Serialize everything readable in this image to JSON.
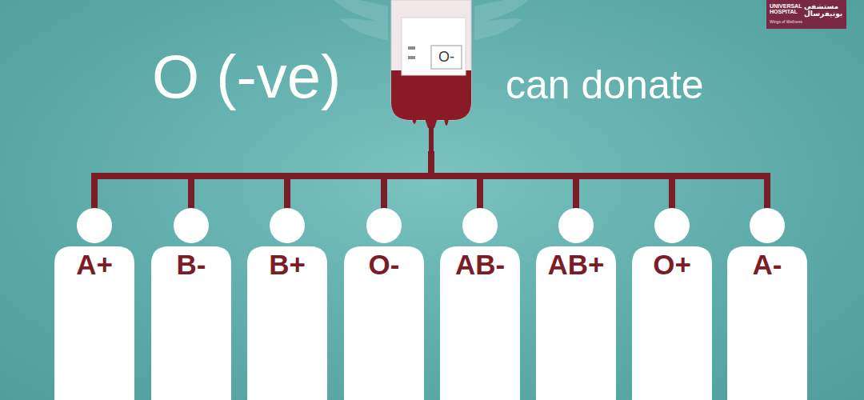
{
  "diagram": {
    "nodes": [
      {
        "text": [
          "O-"
        ]
      },
      {
        "text": [
          "A+"
        ]
      },
      {
        "text": [
          "B-"
        ]
      },
      {
        "text": [
          "B+"
        ]
      },
      {
        "text": [
          "O-"
        ]
      },
      {
        "text": [
          "AB-"
        ]
      },
      {
        "text": [
          "AB+"
        ]
      },
      {
        "text": [
          "O+"
        ]
      },
      {
        "text": [
          "A-"
        ]
      }
    ],
    "edges": [
      {
        "from": 0,
        "to": 1,
        "arrow": "none"
      },
      {
        "from": 0,
        "to": 2,
        "arrow": "none"
      },
      {
        "from": 0,
        "to": 3,
        "arrow": "none"
      },
      {
        "from": 0,
        "to": 4,
        "arrow": "none"
      },
      {
        "from": 0,
        "to": 5,
        "arrow": "none"
      },
      {
        "from": 0,
        "to": 6,
        "arrow": "none"
      },
      {
        "from": 0,
        "to": 7,
        "arrow": "none"
      },
      {
        "from": 0,
        "to": 8,
        "arrow": "none"
      }
    ],
    "labels": [
      "O (-ve)",
      "can donate",
      "UNIVERSAL HOSPITAL",
      "مستشفى يونيفرسال",
      "Wings of Wellness"
    ]
  }
}
